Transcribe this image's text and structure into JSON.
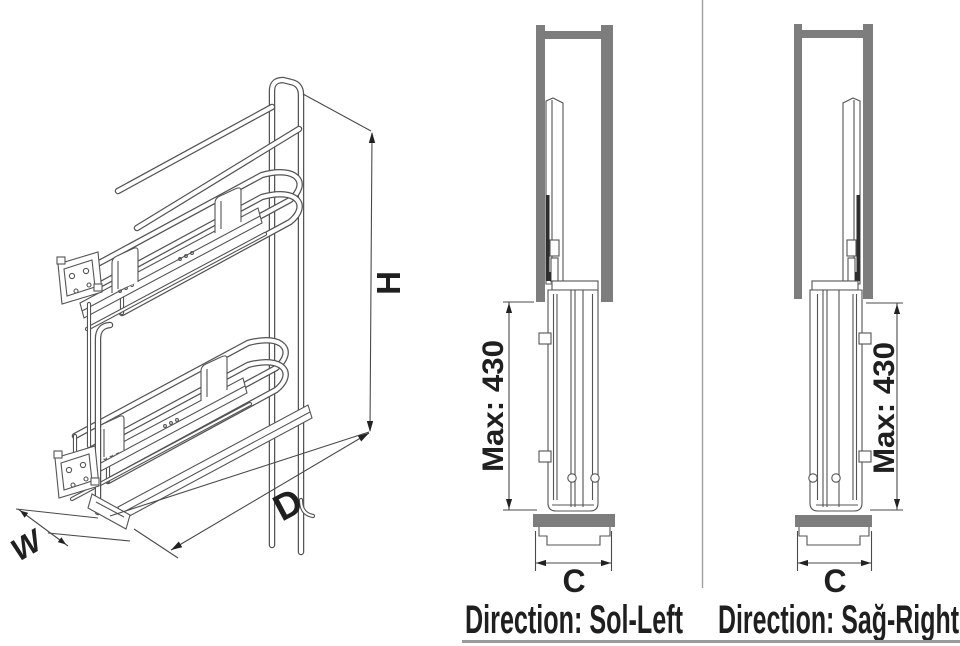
{
  "drawing": {
    "isometric_view": {
      "height_label": "H",
      "depth_label": "D",
      "width_label": "W"
    },
    "side_view_sol_left": {
      "max_height_label": "Max: 430",
      "base_width_label": "C",
      "direction_label": "Direction: Sol-Left"
    },
    "side_view_sag_right": {
      "max_height_label": "Max: 430",
      "base_width_label": "C",
      "direction_label": "Direction: Sağ-Right"
    },
    "colors": {
      "panel_gray": "#7d7d7d",
      "line_gray": "#545454",
      "dim_gray": "#4a4a4a",
      "text_black": "#1f1f1f",
      "divider_gray": "#9e9e9e",
      "underline_gray": "#9b9b9b",
      "background": "#ffffff"
    }
  }
}
